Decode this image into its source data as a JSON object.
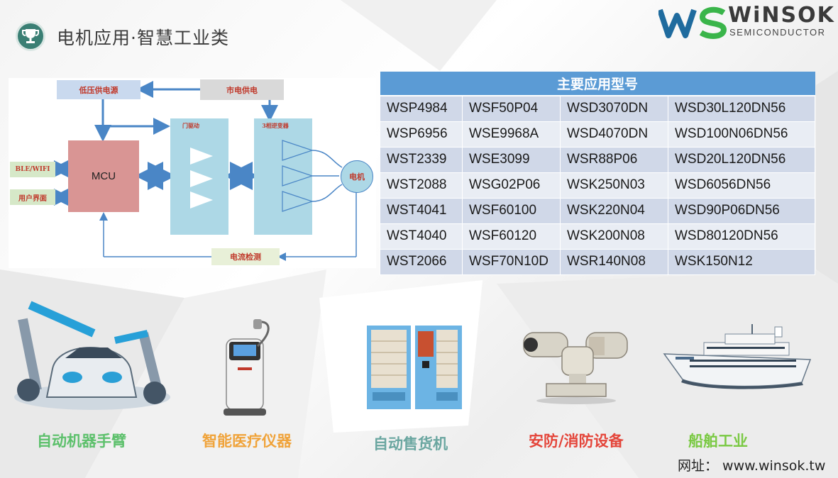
{
  "header": {
    "title": "电机应用·智慧工业类",
    "icon": "trophy-icon",
    "logo_word": "WiNSOK",
    "logo_sub": "SEMICONDUCTOR",
    "logo_mark": "WS"
  },
  "colors": {
    "teal": "#3a7f74",
    "table_header": "#5b9bd5",
    "row_odd": "#d0d8e8",
    "row_even": "#e9edf4",
    "label_green": "#5cc06b",
    "label_orange": "#f0a33a",
    "label_teal": "#6aa6a0",
    "label_red": "#e4453a",
    "label_ship": "#7ac943",
    "diagram_box": "#add8e6",
    "diagram_arrow": "#4a86c6"
  },
  "diagram": {
    "low_voltage": "低压供电源",
    "mains": "市电供电",
    "mcu": "MCU",
    "gate_driver": "门驱动",
    "inverter": "3相逆变器",
    "motor": "电机",
    "ble_wifi": "BLE/WIFI",
    "ui": "用户界面",
    "current_sense": "电流检测"
  },
  "table": {
    "header": "主要应用型号",
    "rows": [
      [
        "WSP4984",
        "WSF50P04",
        "WSD3070DN",
        "WSD30L120DN56"
      ],
      [
        "WSP6956",
        "WSE9968A",
        "WSD4070DN",
        "WSD100N06DN56"
      ],
      [
        "WST2339",
        "WSE3099",
        "WSR88P06",
        "WSD20L120DN56"
      ],
      [
        "WST2088",
        "WSG02P06",
        "WSK250N03",
        "WSD6056DN56"
      ],
      [
        "WST4041",
        "WSF60100",
        "WSK220N04",
        "WSD90P06DN56"
      ],
      [
        "WST4040",
        "WSF60120",
        "WSK200N08",
        "WSD80120DN56"
      ],
      [
        "WST2066",
        "WSF70N10D",
        "WSR140N08",
        "WSK150N12"
      ]
    ]
  },
  "applications": [
    {
      "label": "自动机器手臂",
      "image": "robot-arm-car-image"
    },
    {
      "label": "智能医疗仪器",
      "image": "medical-device-image"
    },
    {
      "label": "自动售货机",
      "image": "vending-machine-image"
    },
    {
      "label": "安防/消防设备",
      "image": "security-camera-image"
    },
    {
      "label": "船舶工业",
      "image": "cruise-ship-image"
    }
  ],
  "footer": {
    "website": "网址：  www.winsok.tw"
  }
}
